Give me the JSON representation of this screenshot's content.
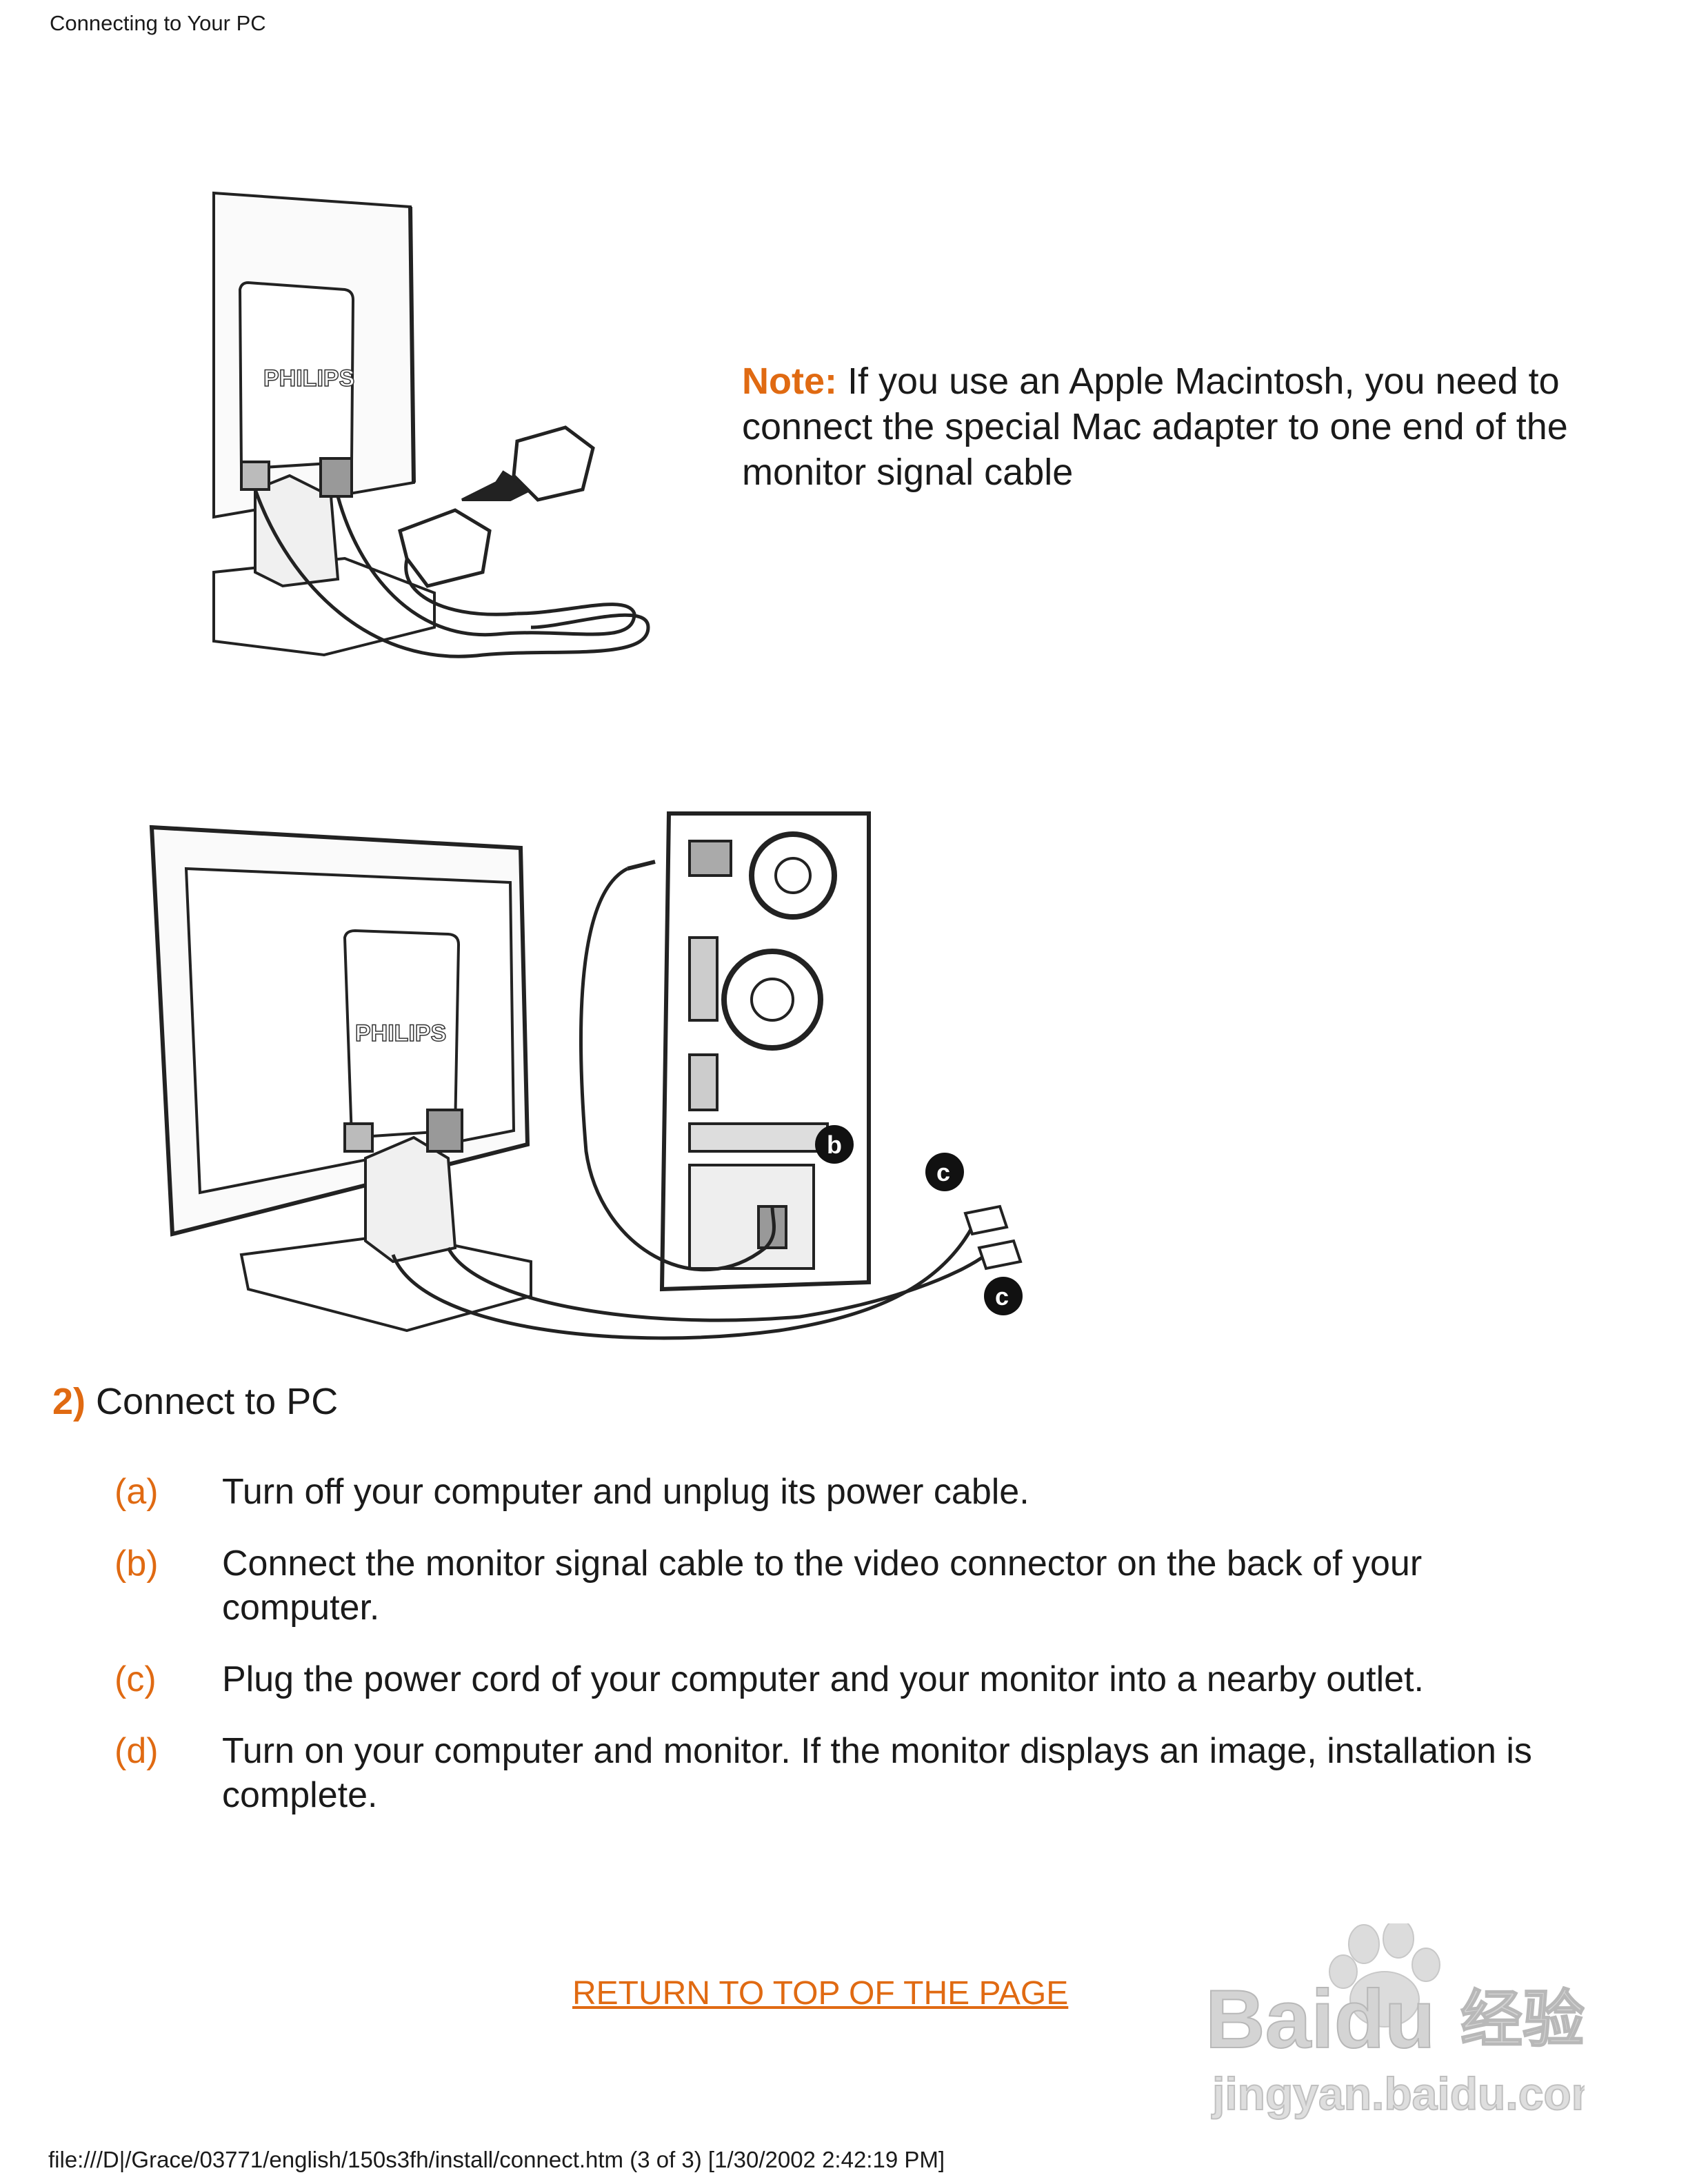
{
  "header": {
    "title": "Connecting to Your PC"
  },
  "figures": {
    "adapter": {
      "brand": "PHILIPS"
    },
    "pc_connection": {
      "brand": "PHILIPS",
      "callouts": [
        "b",
        "c",
        "c"
      ]
    }
  },
  "note": {
    "label": "Note:",
    "text": "If you use an Apple Macintosh, you need to connect the special Mac adapter to one end of the monitor signal cable"
  },
  "section": {
    "number": "2)",
    "title": "Connect to PC"
  },
  "steps": [
    {
      "letter": "(a)",
      "text": "Turn off your computer and unplug its power cable."
    },
    {
      "letter": "(b)",
      "text": "Connect the monitor signal cable to the video connector on the back of your computer."
    },
    {
      "letter": "(c)",
      "text": "Plug the power cord of your computer and your monitor into a nearby outlet."
    },
    {
      "letter": "(d)",
      "text": "Turn on your computer and monitor. If the monitor displays an image, installation is complete."
    }
  ],
  "return_link": "RETURN TO TOP OF THE PAGE",
  "footer": {
    "path": "file:///D|/Grace/03771/english/150s3fh/install/connect.htm (3 of 3) [1/30/2002 2:42:19 PM]"
  },
  "watermark": {
    "brand": "Baidu",
    "cn": "经验",
    "url": "jingyan.baidu.com"
  },
  "colors": {
    "accent": "#e06a12",
    "text": "#1a1a1a"
  }
}
